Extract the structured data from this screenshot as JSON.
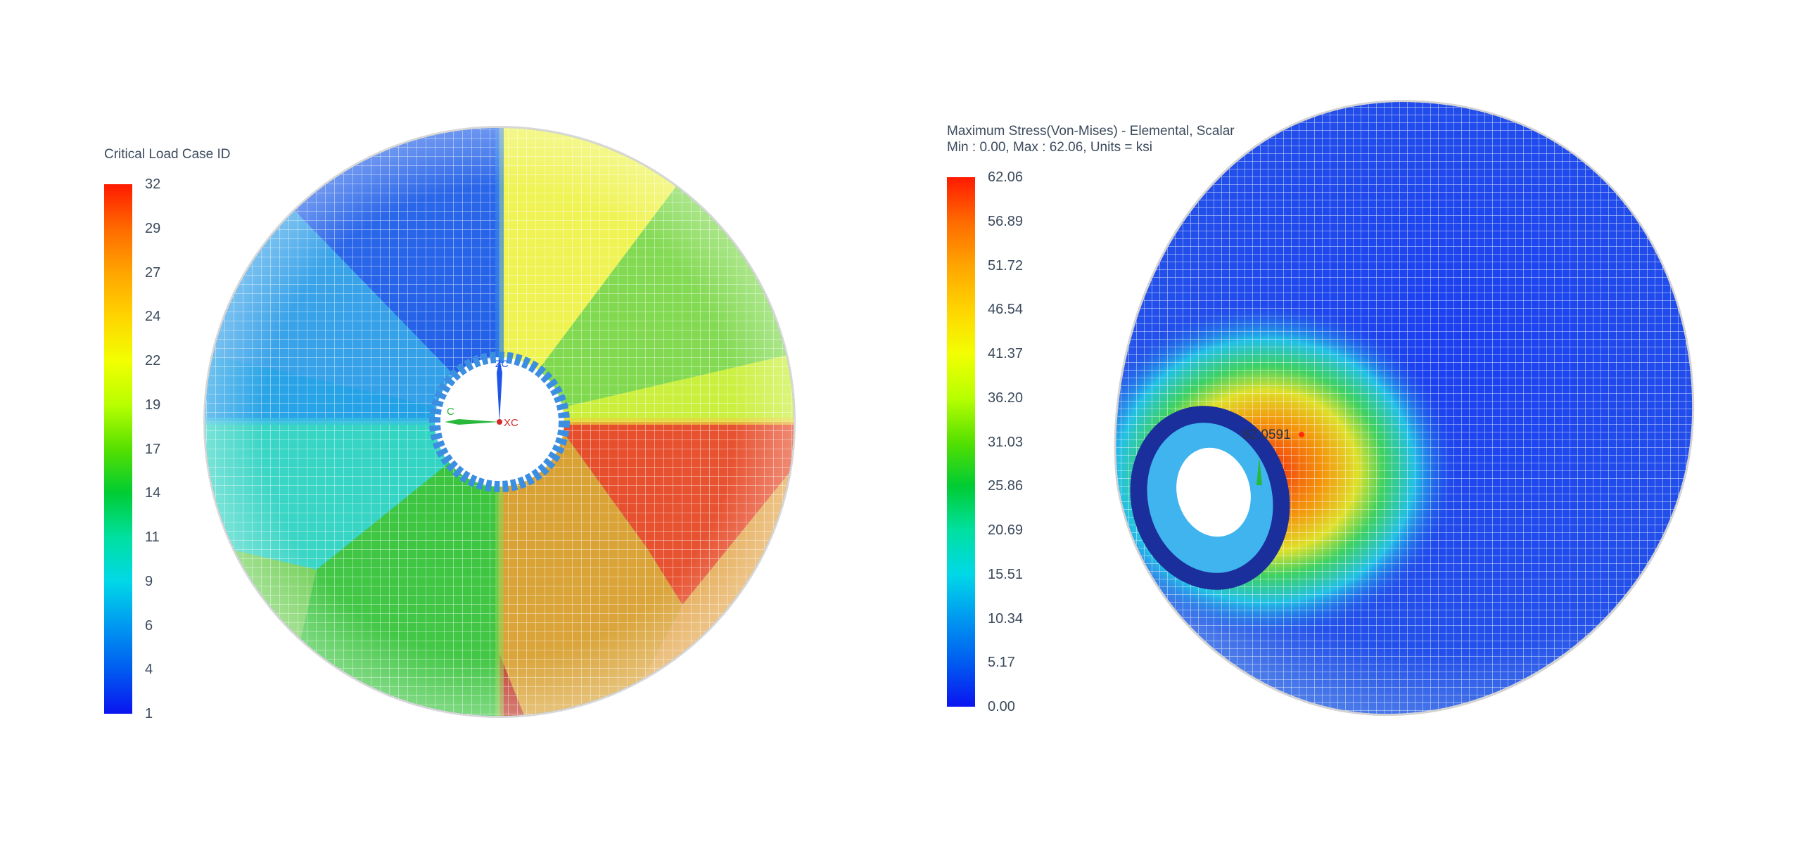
{
  "left_view": {
    "legend": {
      "title": "Critical Load Case ID",
      "ticks": [
        "32",
        "29",
        "27",
        "24",
        "22",
        "19",
        "17",
        "14",
        "11",
        "9",
        "6",
        "4",
        "1"
      ]
    },
    "triad": {
      "x_label": "XC",
      "y_label": "C",
      "z_label": "ZC"
    }
  },
  "right_view": {
    "legend": {
      "title": "Maximum Stress(Von-Mises) - Elemental, Scalar",
      "subtitle": "Min : 0.00, Max : 62.06, Units = ksi",
      "ticks": [
        "62.06",
        "56.89",
        "51.72",
        "46.54",
        "41.37",
        "36.20",
        "31.03",
        "25.86",
        "20.69",
        "15.51",
        "10.34",
        "5.17",
        "0.00"
      ]
    },
    "max_marker": {
      "label": "62.0591"
    }
  },
  "colormap": [
    "#ff1a00",
    "#ff6a00",
    "#ffa500",
    "#ffd400",
    "#f2ff00",
    "#b8ff00",
    "#55e000",
    "#00cc33",
    "#00e0a0",
    "#00d8e8",
    "#0098f0",
    "#005cf0",
    "#0a14f0"
  ]
}
